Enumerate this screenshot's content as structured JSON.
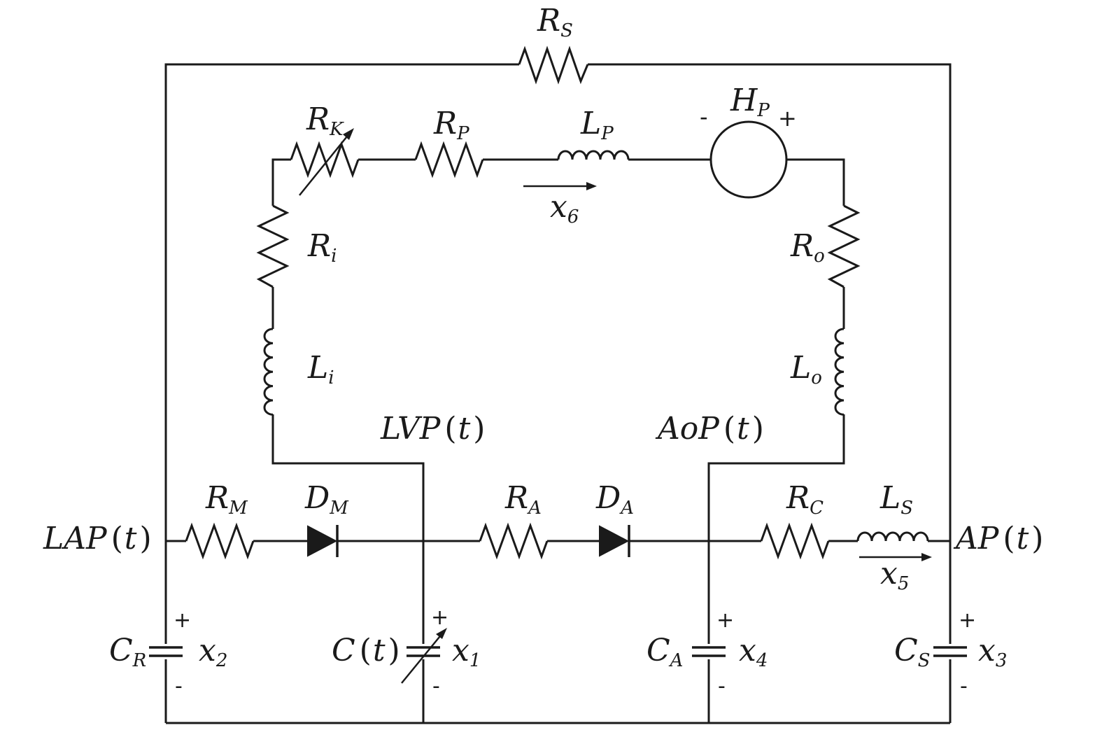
{
  "components": {
    "RS": {
      "label": "R",
      "sub": "S"
    },
    "RK": {
      "label": "R",
      "sub": "K"
    },
    "RP": {
      "label": "R",
      "sub": "P"
    },
    "LP": {
      "label": "L",
      "sub": "P"
    },
    "HP": {
      "label": "H",
      "sub": "P",
      "minus": "-",
      "plus": "+"
    },
    "Ri": {
      "label": "R",
      "sub": "i"
    },
    "Li": {
      "label": "L",
      "sub": "i"
    },
    "Ro": {
      "label": "R",
      "sub": "o"
    },
    "Lo": {
      "label": "L",
      "sub": "o"
    },
    "RM": {
      "label": "R",
      "sub": "M"
    },
    "DM": {
      "label": "D",
      "sub": "M"
    },
    "RA": {
      "label": "R",
      "sub": "A"
    },
    "DA": {
      "label": "D",
      "sub": "A"
    },
    "RC": {
      "label": "R",
      "sub": "C"
    },
    "LS": {
      "label": "L",
      "sub": "S"
    },
    "CR": {
      "label": "C",
      "sub": "R"
    },
    "Ct": {
      "label": "C",
      "arg": "t"
    },
    "CA": {
      "label": "C",
      "sub": "A"
    },
    "CS": {
      "label": "C",
      "sub": "S"
    }
  },
  "states": {
    "x1": {
      "label": "x",
      "sub": "1"
    },
    "x2": {
      "label": "x",
      "sub": "2"
    },
    "x3": {
      "label": "x",
      "sub": "3"
    },
    "x4": {
      "label": "x",
      "sub": "4"
    },
    "x5": {
      "label": "x",
      "sub": "5"
    },
    "x6": {
      "label": "x",
      "sub": "6"
    }
  },
  "nodes": {
    "LAP": {
      "name": "LAP",
      "arg": "t"
    },
    "LVP": {
      "name": "LVP",
      "arg": "t"
    },
    "AoP": {
      "name": "AoP",
      "arg": "t"
    },
    "AP": {
      "name": "AP",
      "arg": "t"
    }
  },
  "signs": {
    "plus": "+",
    "minus": "-"
  }
}
